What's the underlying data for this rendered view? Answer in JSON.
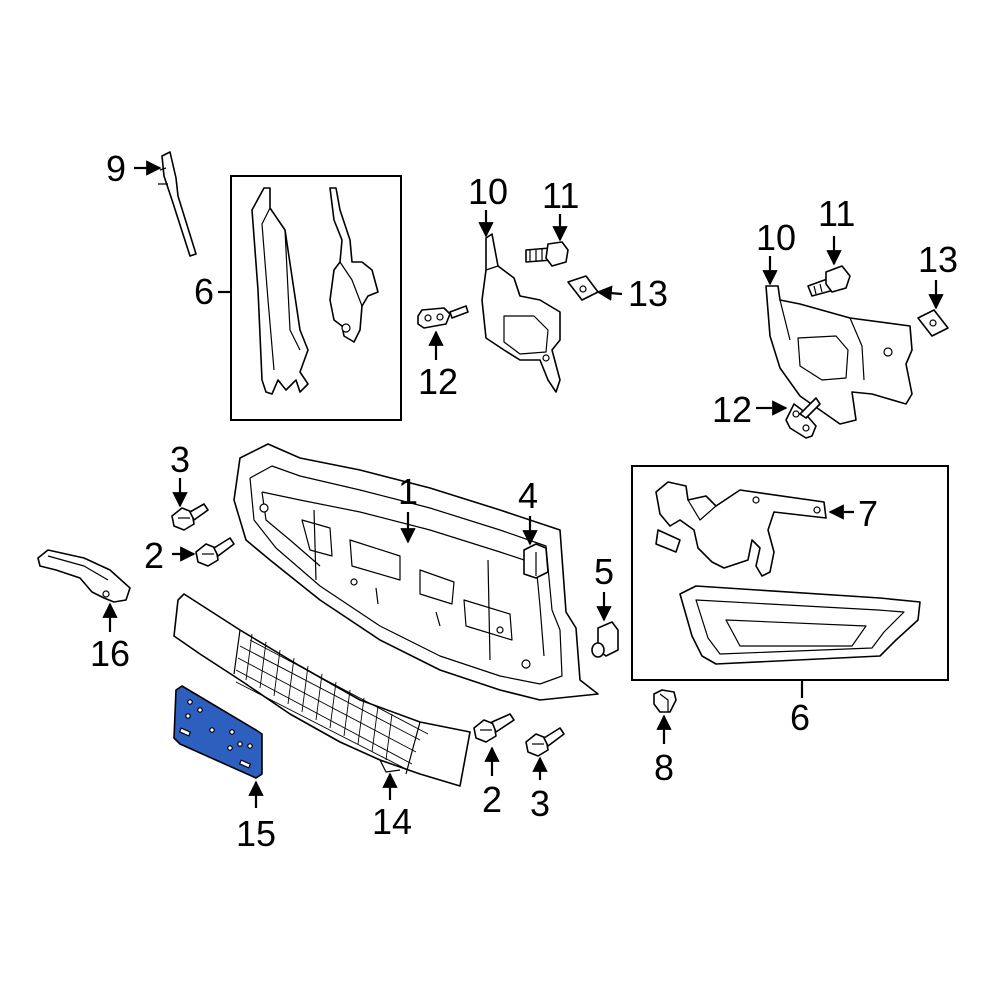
{
  "highlight_color": "#2d5fbf",
  "callouts": {
    "n1": "1",
    "n2a": "2",
    "n2b": "2",
    "n3a": "3",
    "n3b": "3",
    "n4": "4",
    "n5": "5",
    "n6a": "6",
    "n6b": "6",
    "n7": "7",
    "n8": "8",
    "n9": "9",
    "n10a": "10",
    "n10b": "10",
    "n11a": "11",
    "n11b": "11",
    "n12a": "12",
    "n12b": "12",
    "n13a": "13",
    "n13b": "13",
    "n14": "14",
    "n15": "15",
    "n16": "16"
  }
}
